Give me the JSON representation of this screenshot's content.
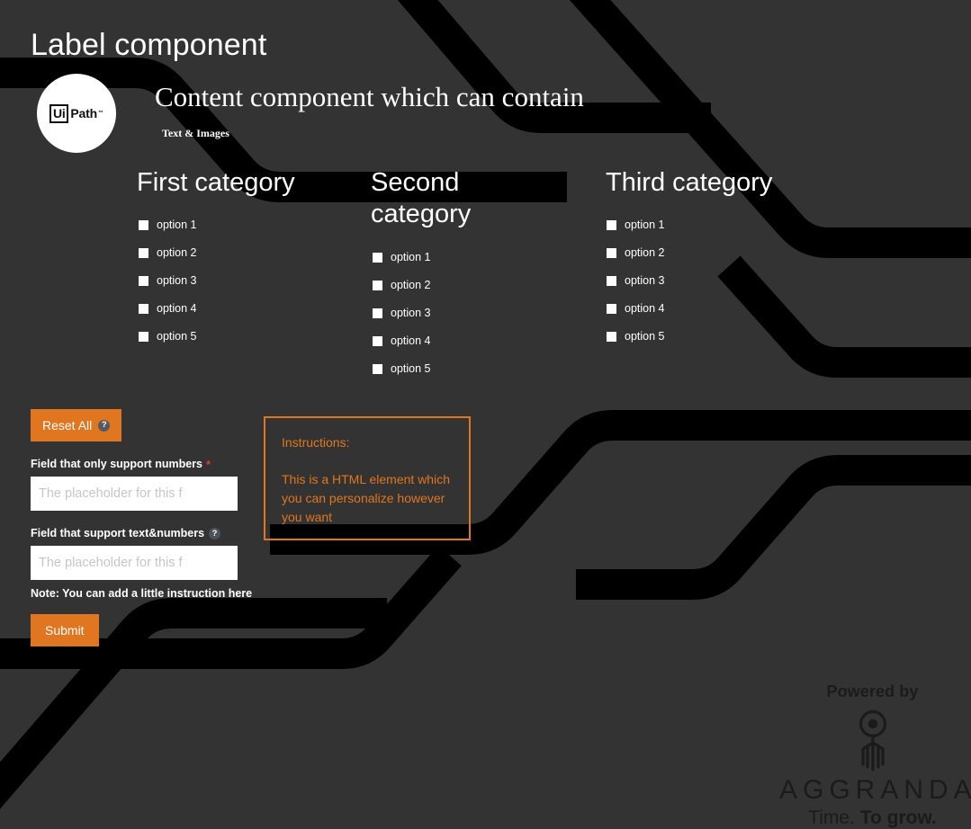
{
  "page": {
    "title": "Label component",
    "brand": {
      "logo_name": "uipath-logo",
      "logo_ui": "Ui",
      "logo_path": "Path",
      "logo_tm": "™"
    },
    "content_heading": "Content component which can contain",
    "content_subheading": "Text & Images"
  },
  "categories": [
    {
      "title": "First category",
      "options": [
        "option 1",
        "option 2",
        "option 3",
        "option 4",
        "option 5"
      ]
    },
    {
      "title": "Second category",
      "options": [
        "option 1",
        "option 2",
        "option 3",
        "option 4",
        "option 5"
      ]
    },
    {
      "title": "Third category",
      "options": [
        "option 1",
        "option 2",
        "option 3",
        "option 4",
        "option 5"
      ]
    }
  ],
  "form": {
    "reset_label": "Reset All",
    "reset_help_icon": "help-icon",
    "numbers_field": {
      "label": "Field that only support numbers",
      "required_marker": "*",
      "placeholder": "The placeholder for this f",
      "value": ""
    },
    "text_numbers_field": {
      "label": "Field that support text&numbers",
      "help_icon": "help-icon",
      "placeholder": "The placeholder for this f",
      "value": ""
    },
    "note": "Note: You can add a little instruction here",
    "submit_label": "Submit"
  },
  "instructions": {
    "title": "Instructions:",
    "body": "This is a HTML element which you can personalize however you want"
  },
  "footer": {
    "powered_by": "Powered by",
    "brand_name": "AGGRANDA",
    "tagline_light": "Time. ",
    "tagline_bold": "To grow."
  },
  "colors": {
    "background": "#333333",
    "stripe": "#000000",
    "accent_orange": "#E0761F",
    "required_red": "#e23b2e",
    "text_white": "#ffffff",
    "footer_dark": "#1b1b1b"
  }
}
